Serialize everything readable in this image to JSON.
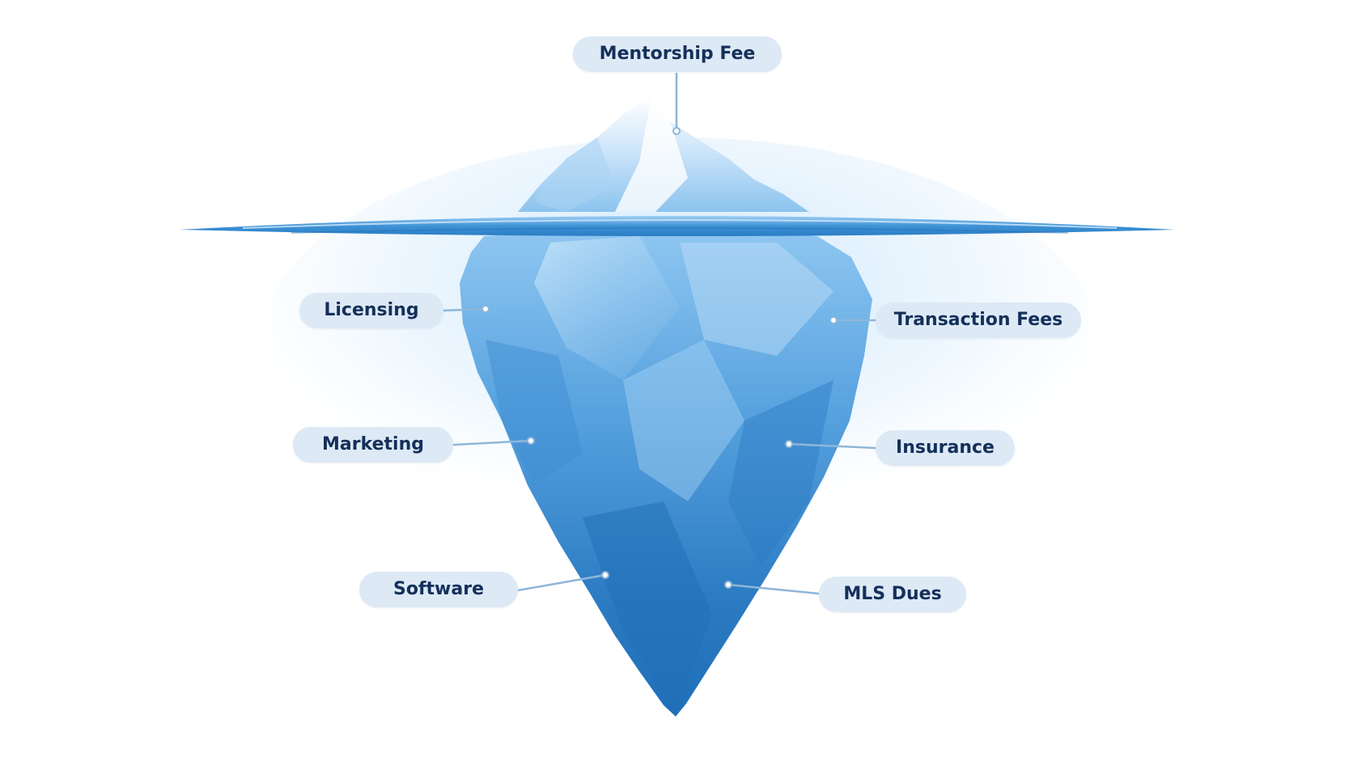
{
  "labels": {
    "mentorship_fee": "Mentorship Fee",
    "licensing": "Licensing",
    "transaction_fees": "Transaction Fees",
    "marketing": "Marketing",
    "insurance": "Insurance",
    "software": "Software",
    "mls_dues": "MLS Dues"
  },
  "colors": {
    "label_bg": "#dde9f5",
    "label_text": "#14305a",
    "connector": "#8fb6d8",
    "ice_light": "#f4f9fe",
    "ice_mid": "#6fb1e6",
    "ice_deep": "#1f6fb8",
    "water": "#2f86cf"
  }
}
